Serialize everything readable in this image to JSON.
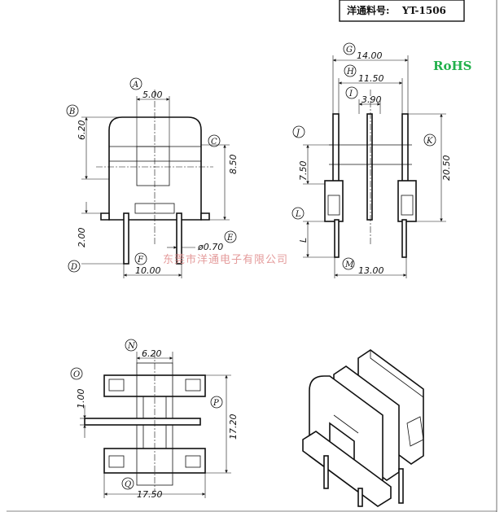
{
  "header": {
    "label": "洋通料号:",
    "part_number": "YT-1506"
  },
  "rohs": {
    "text": "RoHS",
    "color": "#22b14c"
  },
  "watermark": "东莞市洋通电子有限公司",
  "front_view": {
    "dims": {
      "A": "5.00",
      "B": "6.20",
      "C": "8.50",
      "D": "2.00",
      "E": "ø0.70",
      "F": "10.00"
    },
    "labels": {
      "A": "A",
      "B": "B",
      "C": "C",
      "D": "D",
      "E": "E",
      "F": "F"
    }
  },
  "side_view": {
    "dims": {
      "G": "14.00",
      "H": "11.50",
      "I": "3.90",
      "J": "7.50",
      "K": "20.50",
      "L": "L",
      "M": "13.00"
    },
    "labels": {
      "G": "G",
      "H": "H",
      "I": "I",
      "J": "J",
      "K": "K",
      "L": "L",
      "M": "M"
    }
  },
  "top_view": {
    "dims": {
      "N": "6.20",
      "O": "1.00",
      "P": "17.20",
      "Q": "17.50"
    },
    "labels": {
      "N": "N",
      "O": "O",
      "P": "P",
      "Q": "Q"
    }
  }
}
